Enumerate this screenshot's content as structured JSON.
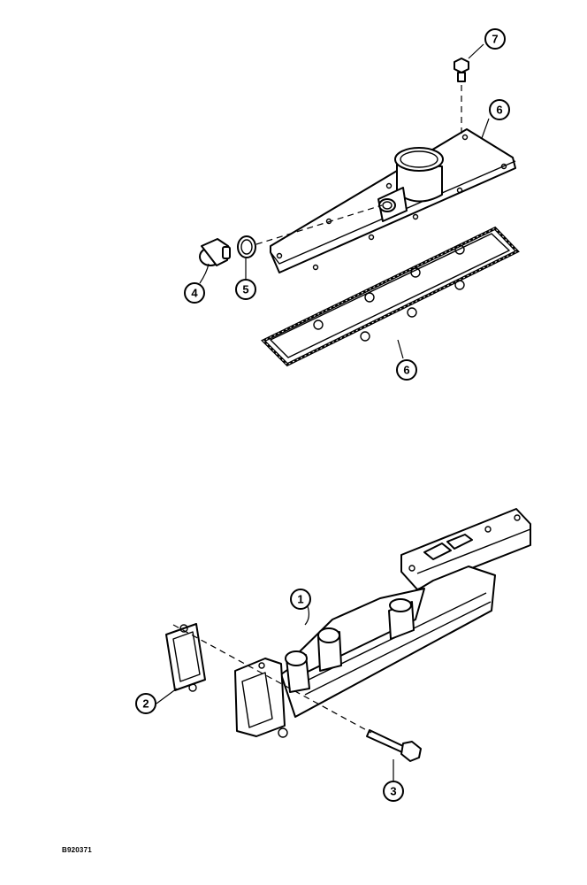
{
  "callouts": {
    "c1": "1",
    "c2": "2",
    "c3": "3",
    "c4": "4",
    "c5": "5",
    "c6_cover": "6",
    "c6_gasket": "6",
    "c7": "7"
  },
  "drawing_ref": "B920371"
}
